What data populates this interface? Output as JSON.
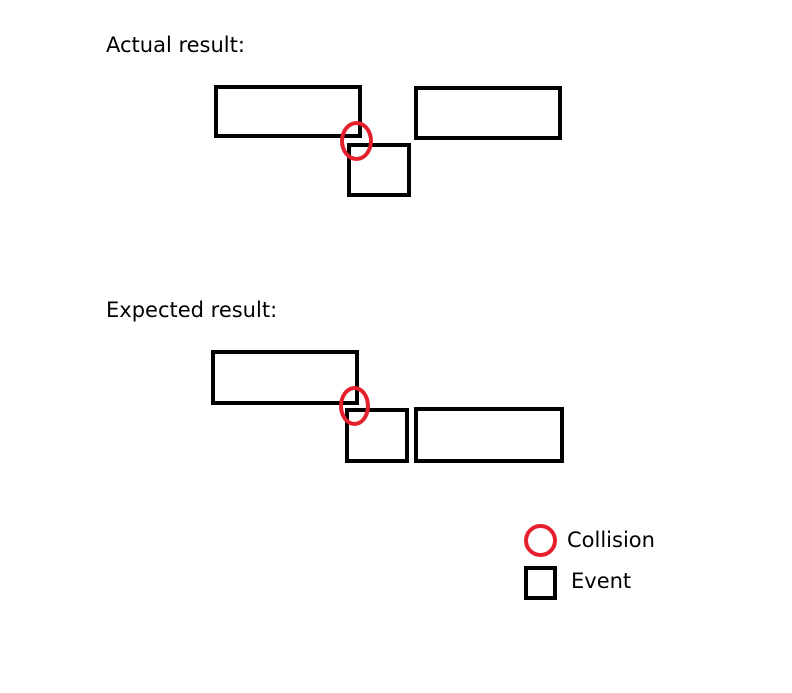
{
  "sections": {
    "actual": {
      "heading": "Actual result:"
    },
    "expected": {
      "heading": "Expected result:"
    }
  },
  "legend": {
    "collision": {
      "label": "Collision",
      "color": "#e3202c",
      "icon": "red-circle"
    },
    "event": {
      "label": "Event",
      "color": "#000000",
      "icon": "black-square"
    }
  }
}
